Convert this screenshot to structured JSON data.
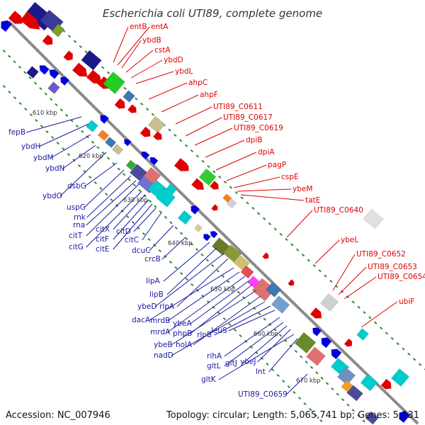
{
  "title": "Escherichia coli UTI89, complete genome",
  "footer": {
    "accession": "Accession: NC_007946",
    "topology": "Topology: circular; Length: 5,065,741 bp; Genes: 5,131"
  },
  "colors": {
    "forward_label": "#e00000",
    "reverse_label": "#1a1aa0",
    "backbone": "#8a8a8a",
    "gc_dots": "#2e8b2e"
  },
  "kbp_ticks": [
    "610 kbp",
    "620 kbp",
    "630 kbp",
    "640 kbp",
    "650 kbp",
    "660 kbp",
    "670 kbp"
  ],
  "forward_genes": [
    "entB",
    "entA",
    "ybdB",
    "cstA",
    "ybdD",
    "ybdL",
    "ahpC",
    "ahpF",
    "UTI89_C0611",
    "UTI89_C0617",
    "UTI89_C0619",
    "dpiB",
    "dpiA",
    "pagP",
    "cspE",
    "ybeM",
    "tatE",
    "UTI89_C0640",
    "ybeL",
    "UTI89_C0652",
    "UTI89_C0653",
    "UTI89_C0654",
    "ubiF"
  ],
  "reverse_genes": [
    "fepB",
    "ybdH",
    "ybdM",
    "ybdN",
    "ybdO",
    "dsbG",
    "uspG",
    "rnk",
    "rna",
    "citT",
    "citG",
    "citX",
    "citF",
    "citE",
    "citD",
    "citC",
    "dcuC",
    "crcB",
    "lipA",
    "lipB",
    "ybeD",
    "rlpA",
    "dacA",
    "mrdB",
    "mrdA",
    "ybeA",
    "phpB",
    "ybeB",
    "holA",
    "nadD",
    "rlpB",
    "leuS",
    "rihA",
    "gltL",
    "gltJ",
    "ybeJ",
    "gltK",
    "lnt",
    "UTI89_C0659"
  ]
}
